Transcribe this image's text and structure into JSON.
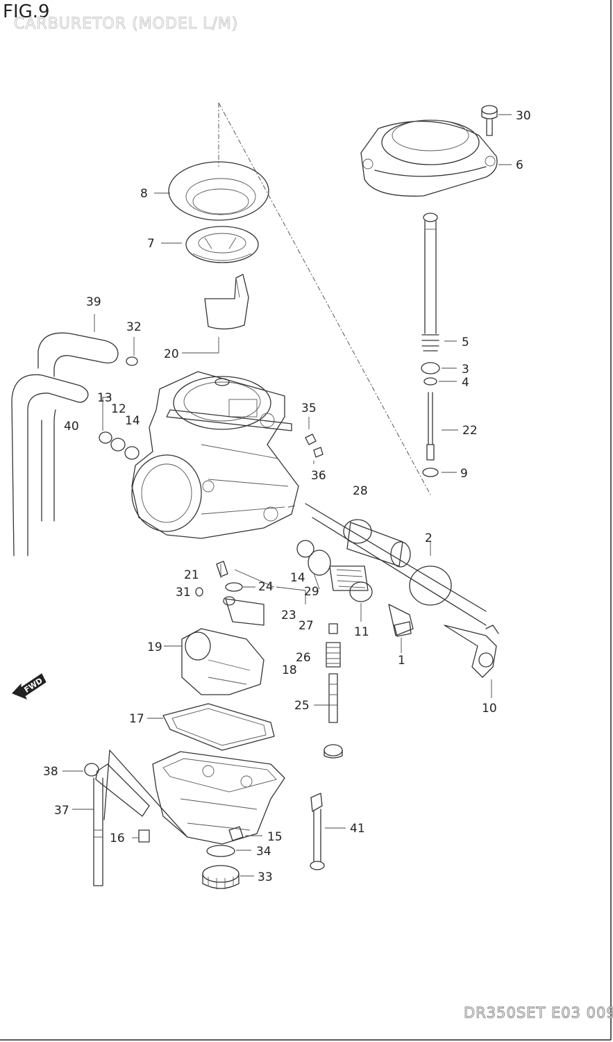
{
  "figure": {
    "title": "FIG.9",
    "subtitle": "CARBURETOR (MODEL L/M)",
    "doc_code": "DR350SET E03 009",
    "fwd_label": "FWD"
  },
  "callouts": [
    {
      "id": "c30",
      "label": "30"
    },
    {
      "id": "c6",
      "label": "6"
    },
    {
      "id": "c8",
      "label": "8"
    },
    {
      "id": "c7",
      "label": "7"
    },
    {
      "id": "c39",
      "label": "39"
    },
    {
      "id": "c32",
      "label": "32"
    },
    {
      "id": "c5",
      "label": "5"
    },
    {
      "id": "c20",
      "label": "20"
    },
    {
      "id": "c3",
      "label": "3"
    },
    {
      "id": "c4",
      "label": "4"
    },
    {
      "id": "c13",
      "label": "13"
    },
    {
      "id": "c35",
      "label": "35"
    },
    {
      "id": "c12",
      "label": "12"
    },
    {
      "id": "c40",
      "label": "40"
    },
    {
      "id": "c14a",
      "label": "14"
    },
    {
      "id": "c22",
      "label": "22"
    },
    {
      "id": "c9",
      "label": "9"
    },
    {
      "id": "c36",
      "label": "36"
    },
    {
      "id": "c28",
      "label": "28"
    },
    {
      "id": "c2",
      "label": "2"
    },
    {
      "id": "c21",
      "label": "21"
    },
    {
      "id": "c14b",
      "label": "14"
    },
    {
      "id": "c24",
      "label": "24"
    },
    {
      "id": "c29",
      "label": "29"
    },
    {
      "id": "c31",
      "label": "31"
    },
    {
      "id": "c23",
      "label": "23"
    },
    {
      "id": "c27",
      "label": "27"
    },
    {
      "id": "c11",
      "label": "11"
    },
    {
      "id": "c1",
      "label": "1"
    },
    {
      "id": "c19",
      "label": "19"
    },
    {
      "id": "c26",
      "label": "26"
    },
    {
      "id": "c18",
      "label": "18"
    },
    {
      "id": "c10",
      "label": "10"
    },
    {
      "id": "c25",
      "label": "25"
    },
    {
      "id": "c17",
      "label": "17"
    },
    {
      "id": "c38",
      "label": "38"
    },
    {
      "id": "c37",
      "label": "37"
    },
    {
      "id": "c41",
      "label": "41"
    },
    {
      "id": "c15",
      "label": "15"
    },
    {
      "id": "c16",
      "label": "16"
    },
    {
      "id": "c34",
      "label": "34"
    },
    {
      "id": "c33",
      "label": "33"
    }
  ]
}
